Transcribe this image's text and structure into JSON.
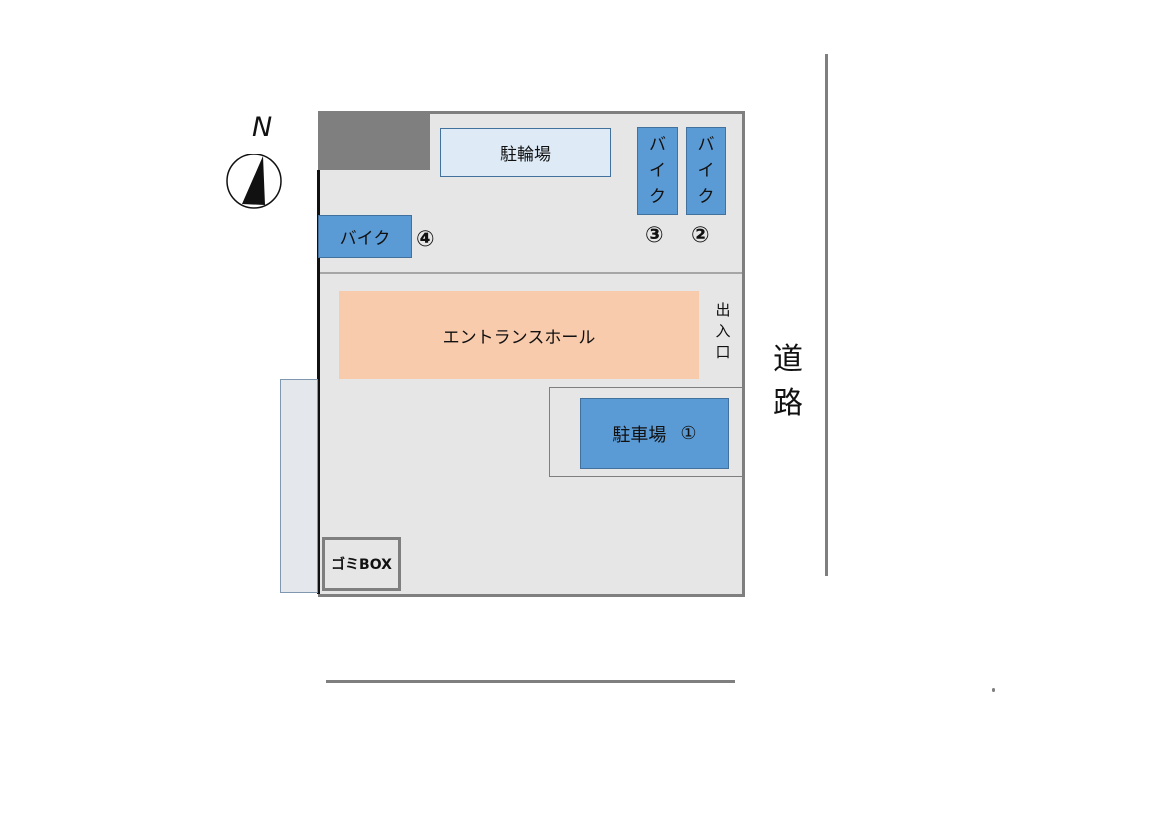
{
  "compass": {
    "label": "N",
    "icon": "north-arrow-icon"
  },
  "labels": {
    "bicycle_parking": "駐輪場",
    "bike_1": "バイク",
    "bike_2_chars": [
      "バ",
      "イ",
      "ク"
    ],
    "bike_3_chars": [
      "バ",
      "イ",
      "ク"
    ],
    "bike_4": "バイク",
    "num_2": "②",
    "num_3": "③",
    "num_4": "④",
    "entrance_hall": "エントランスホール",
    "doorway_chars": [
      "出",
      "入",
      "口"
    ],
    "car_parking": "駐車場",
    "num_1": "①",
    "trash_box": "ゴミBOX",
    "road_chars": [
      "道",
      "路"
    ]
  },
  "colors": {
    "lot_fill": "#e6e6e6",
    "wall": "#7f7f7f",
    "bike_blue": "#5b9bd5",
    "bicycle_light_blue": "#deebf7",
    "entrance_peach": "#f8cbad"
  }
}
